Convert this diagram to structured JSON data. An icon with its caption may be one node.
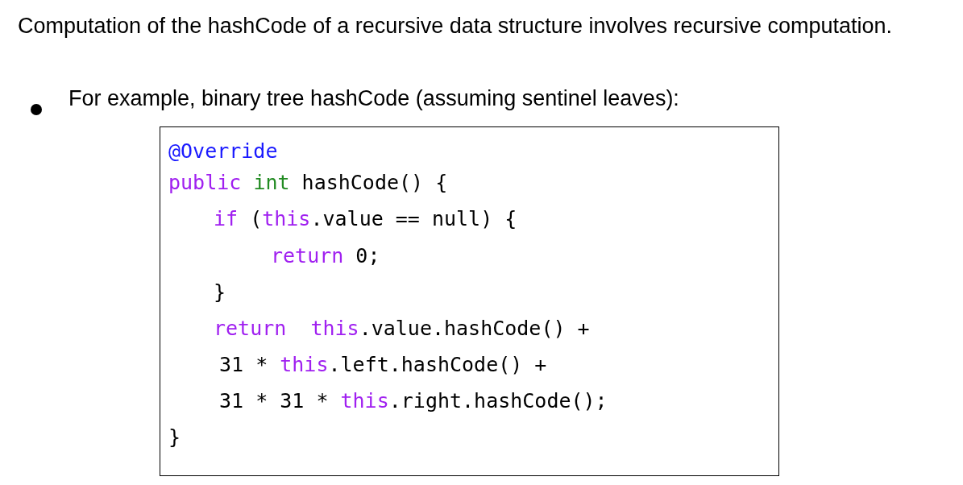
{
  "diagram": {
    "nodes": [
      {
        "text": [
          "@Override",
          "public int hashCode() {",
          "if (this.value == null) {",
          "return 0;",
          "}",
          "return  this.value.hashCode() +",
          "31 * this.left.hashCode() +",
          "31 * 31 * this.right.hashCode();",
          "}"
        ]
      }
    ],
    "labels": [
      "Computation of the hashCode of a recursive data structure involves recursive computation.",
      "For example, binary tree hashCode (assuming sentinel leaves):"
    ]
  }
}
